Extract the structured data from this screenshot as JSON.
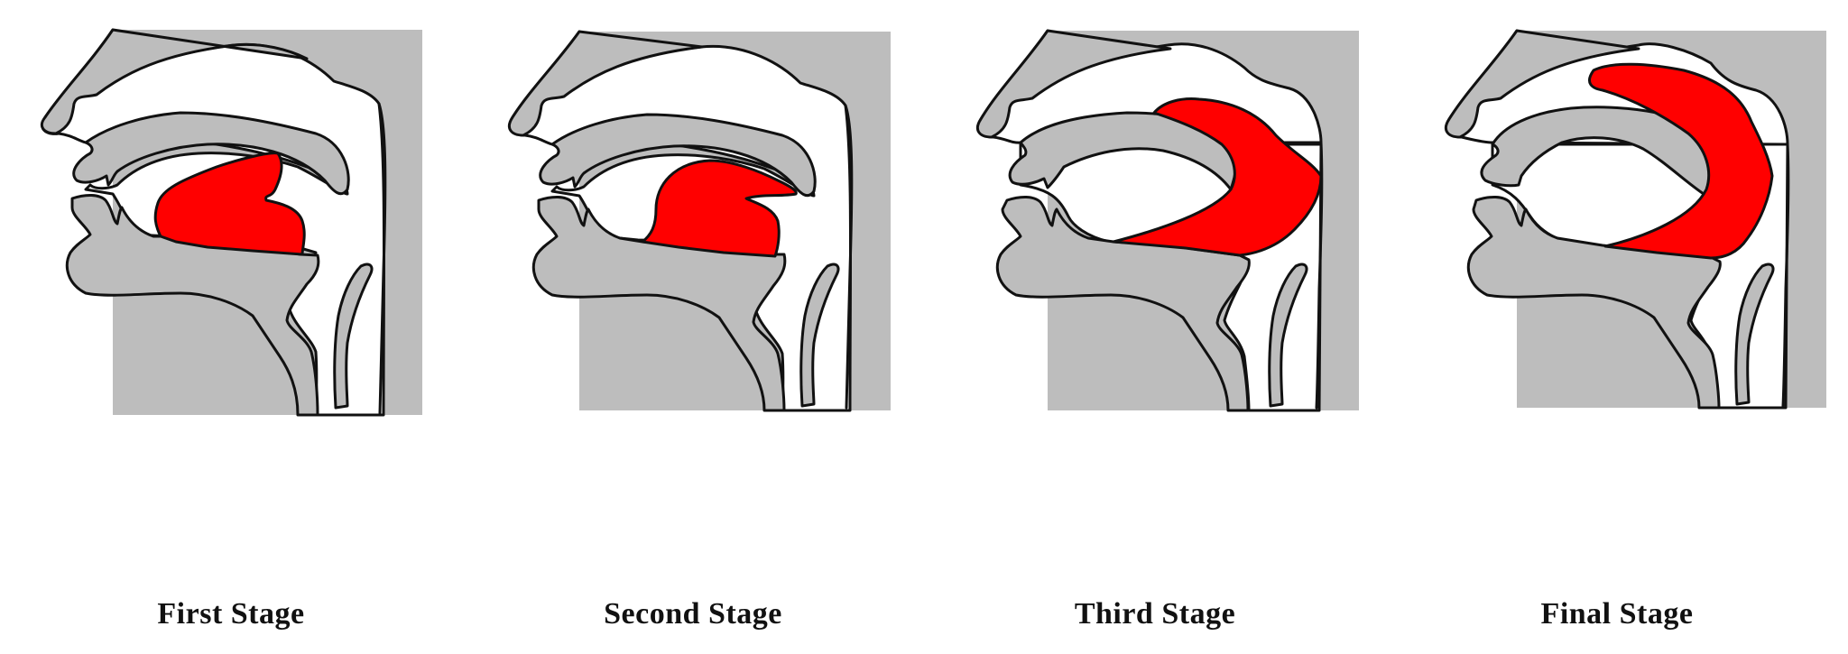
{
  "diagram": {
    "type": "sagittal-section-sequence",
    "colors": {
      "tissue": "#bdbdbd",
      "tongue": "#ff0000",
      "outline": "#111111",
      "background": "#ffffff"
    },
    "stages": [
      {
        "label": "First Stage"
      },
      {
        "label": "Second Stage"
      },
      {
        "label": "Third Stage"
      },
      {
        "label": "Final Stage"
      }
    ]
  }
}
